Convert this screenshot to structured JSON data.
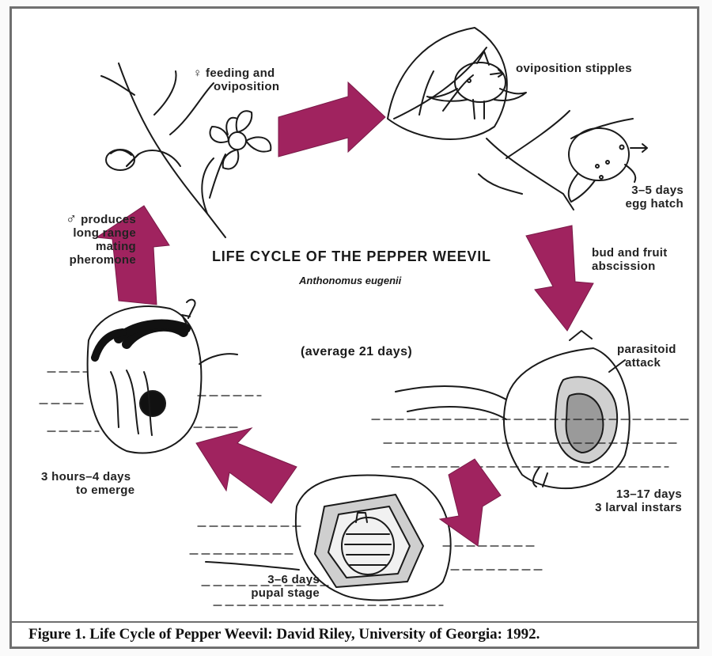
{
  "diagram": {
    "title": "LIFE CYCLE OF THE PEPPER WEEVIL",
    "species": "Anthonomus eugenii",
    "duration": "(average 21 days)",
    "stages": {
      "feeding": {
        "symbol": "♀",
        "lines": [
          "feeding and",
          "oviposition"
        ]
      },
      "stipples": {
        "lines": [
          "oviposition stipples"
        ]
      },
      "egg_hatch": {
        "lines": [
          "3–5 days",
          "egg hatch"
        ]
      },
      "abscission": {
        "lines": [
          "bud and fruit",
          "abscission"
        ]
      },
      "parasitoid": {
        "lines": [
          "parasitoid",
          "attack"
        ]
      },
      "larval": {
        "lines": [
          "13–17 days",
          "3 larval instars"
        ]
      },
      "pupal": {
        "lines": [
          "3–6 days",
          "pupal stage"
        ]
      },
      "emerge": {
        "lines": [
          "3 hours–4 days",
          "to emerge"
        ]
      },
      "pheromone": {
        "symbol": "♂",
        "lines": [
          "produces",
          "long range",
          "mating",
          "pheromone"
        ]
      }
    },
    "arrow_color": "#a0235f"
  },
  "caption": "Figure 1. Life Cycle of Pepper Weevil: David Riley, University of Georgia: 1992."
}
